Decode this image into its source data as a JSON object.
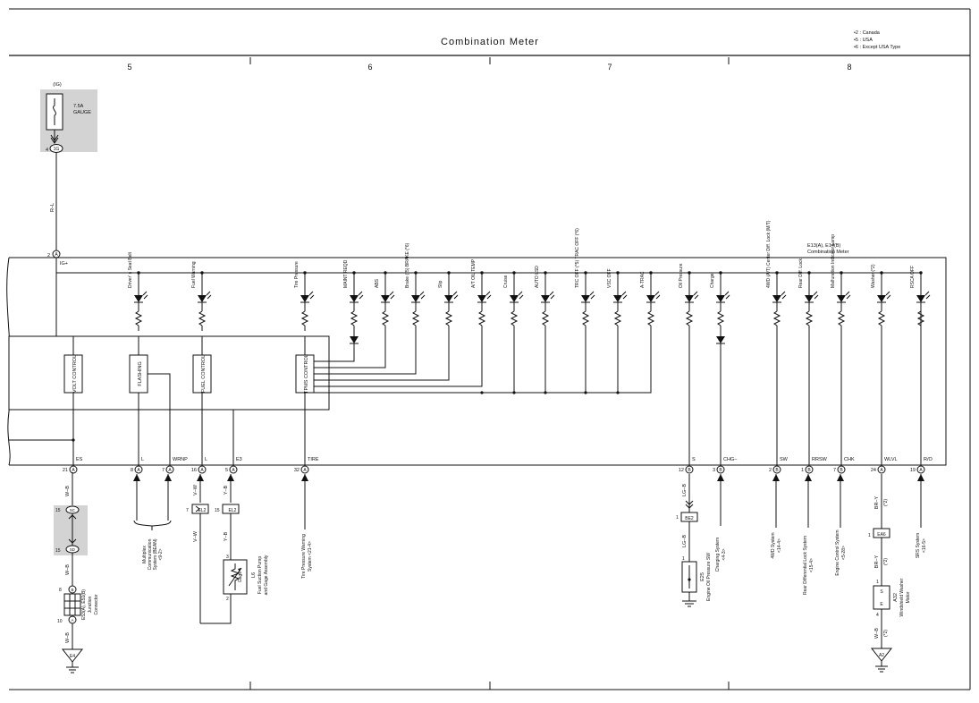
{
  "title": "Combination Meter",
  "notes": [
    "•2 : Canada",
    "•5 : USA",
    "•6 : Except USA Type"
  ],
  "columns": [
    "5",
    "6",
    "7",
    "8"
  ],
  "fuse": {
    "source": "(IG)",
    "label1": "7.5A",
    "label2": "GAUGE",
    "pin": "4",
    "conn": "1G"
  },
  "wire_rl": "R–L",
  "meter": {
    "pin": "2",
    "pin_conn": "A",
    "ig_label": "IG+",
    "name1": "E13(A), E14(B)",
    "name2": "Combination Meter"
  },
  "lamps": [
    {
      "label": "Driver' s Seat Belt"
    },
    {
      "label": "Fuel Warning"
    },
    {
      "label": "Tire Pressure"
    },
    {
      "label": "MAINT REQD"
    },
    {
      "label": "ABS"
    },
    {
      "label": "Brake (*5) BRAKE (*6)"
    },
    {
      "label": "Slip"
    },
    {
      "label": "A/T OIL TEMP"
    },
    {
      "label": "Cruise"
    },
    {
      "label": "AUTO LSD"
    },
    {
      "label": "TRC OFF (*5) TRAC OFF (*6)"
    },
    {
      "label": "VSC OFF"
    },
    {
      "label": "A-TRAC"
    },
    {
      "label": "Oil Pressure"
    },
    {
      "label": "Charge"
    },
    {
      "label": "4WD (A/T) Center Diff. Lock (M/T)"
    },
    {
      "label": "Rear Diff. Lock"
    },
    {
      "label": "Malfunction Indicator Lamp"
    },
    {
      "label": "Washer (*2)"
    },
    {
      "label": "RSCA OFF"
    }
  ],
  "controls": [
    "VOLT CONTROL",
    "FLASHING",
    "FUEL CONTROL",
    "TPMS CONTROL"
  ],
  "terminals": [
    {
      "name": "ES",
      "pin": "21",
      "conn": "A"
    },
    {
      "name": "L",
      "pin": "8",
      "conn": "A"
    },
    {
      "name": "WRNP",
      "pin": "7",
      "conn": "A"
    },
    {
      "name": "L",
      "pin": "16",
      "conn": "A"
    },
    {
      "name": "E3",
      "pin": "5",
      "conn": "A"
    },
    {
      "name": "TIRE",
      "pin": "32",
      "conn": "A"
    },
    {
      "name": "S",
      "pin": "12",
      "conn": "B"
    },
    {
      "name": "CHG–",
      "pin": "3",
      "conn": "B"
    },
    {
      "name": "SW",
      "pin": "2",
      "conn": "B"
    },
    {
      "name": "RRSW",
      "pin": "1",
      "conn": "B"
    },
    {
      "name": "CHK",
      "pin": "7",
      "conn": "B"
    },
    {
      "name": "WLVL",
      "pin": "24",
      "conn": "A"
    },
    {
      "name": "R/O",
      "pin": "19",
      "conn": "A"
    }
  ],
  "wires": {
    "wb1": "W–B",
    "wb2": "W–B",
    "wb3": "W–B",
    "vw1": "V–W",
    "vw2": "V–W",
    "yb1": "Y–B",
    "yb2": "Y–B",
    "lgb1": "LG–B",
    "lgb2": "LG–B",
    "bry1": "BR–Y",
    "bry2": "BR–Y",
    "star2a": "(*2)",
    "star2b": "(*2)",
    "star2c": "(*2)",
    "star2d": "(*2)",
    "star2e": "(*2)"
  },
  "connectors": {
    "ec1_pin": "15",
    "ec1": "5C",
    "ec2_pin": "15",
    "ec2": "5D",
    "el2a_pin": "7",
    "el2a": "EL2",
    "el2b_pin": "15",
    "el2b": "EL2",
    "be2_pin": "1",
    "be2": "BE2",
    "ea6_pin": "1",
    "ea6": "EA6",
    "jc_pin1": "8",
    "jc_conn1": "B",
    "jc_pin2": "10",
    "jc_conn2": "A"
  },
  "junction": {
    "label1": "E53(A), E51(B)",
    "label2": "Junction",
    "label3": "Connector"
  },
  "grounds": [
    "E4",
    "A2"
  ],
  "destinations": [
    {
      "label1": "Multiplex",
      "label2": "Communication",
      "label3": "System (BEAN)",
      "label4": "<9-2>"
    },
    {
      "label1": "Tire Pressure Warning",
      "label2": "System <21-4>"
    },
    {
      "label1": "4WD System",
      "label2": "<14-4>"
    },
    {
      "label1": "Rear Differential Lock System",
      "label2": "<15-4>"
    },
    {
      "label1": "Engine Control System",
      "label2": "<5-28>"
    },
    {
      "label1": "SRS System",
      "label2": "<16-5>"
    },
    {
      "label1": "Charging System",
      "label2": "<4-3>"
    }
  ],
  "fuel_pump": {
    "pin_top": "3",
    "pin_bottom": "2",
    "gage": "Gage",
    "ref": "L6",
    "name1": "Fuel Suction Pump",
    "name2": "and Gage Assembly"
  },
  "oil_sw": {
    "pin": "1",
    "ref": "E25",
    "name": "Engine Oil Pressure SW"
  },
  "washer_motor": {
    "pin_top": "1",
    "pin_bottom": "4",
    "s": "S",
    "e": "E",
    "ref": "A32",
    "name1": "Windshield Washer",
    "name2": "Motor"
  }
}
